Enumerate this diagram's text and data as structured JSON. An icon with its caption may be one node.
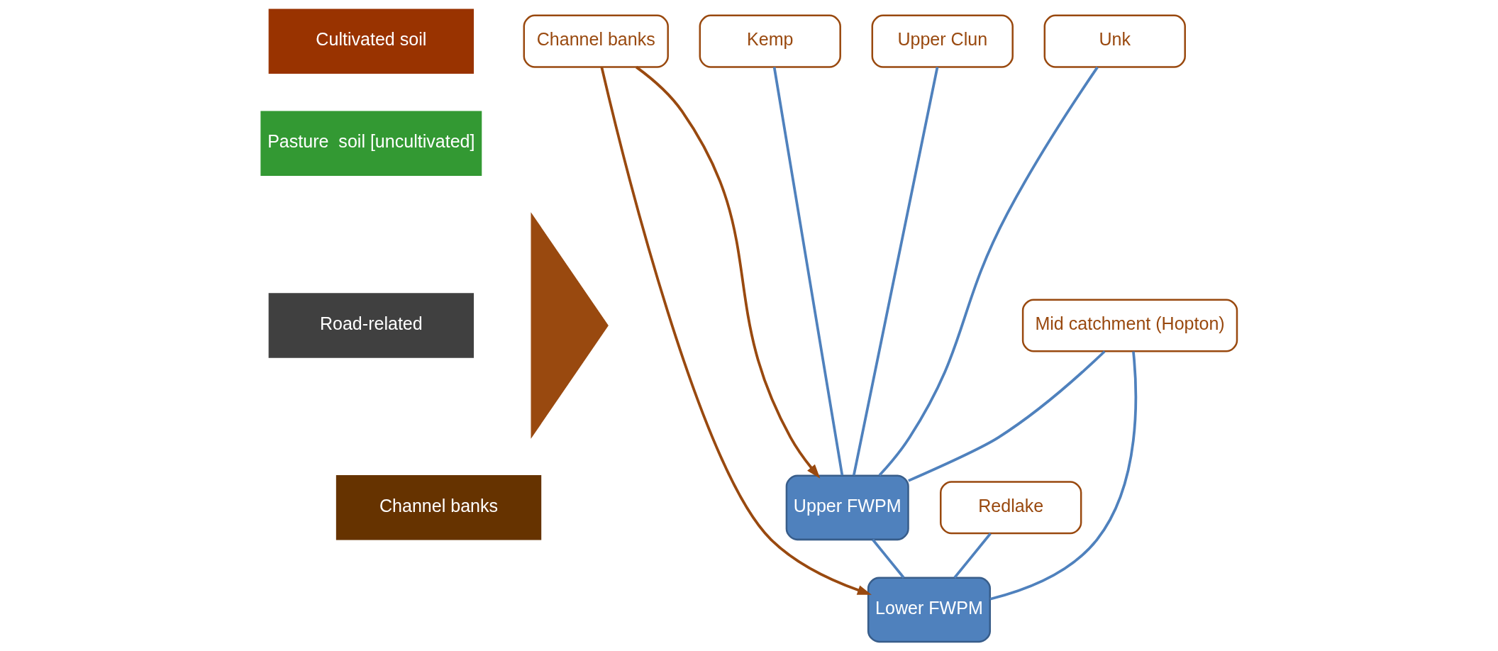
{
  "diagram": {
    "nodes": [
      {
        "text": [
          "Cultivated soil"
        ]
      },
      {
        "text": [
          "Pasture  soil [uncultivated]"
        ]
      },
      {
        "text": [
          "Road-related"
        ]
      },
      {
        "text": [
          "Channel banks"
        ]
      },
      {
        "text": [],
        "shape": "triangle"
      },
      {
        "text": [
          "Upper Clun"
        ]
      },
      {
        "text": [
          "Unk"
        ]
      },
      {
        "text": [
          "Kemp"
        ]
      },
      {
        "text": [
          "Channel banks"
        ]
      },
      {
        "text": [
          "Mid catchment (Hopton)"
        ]
      },
      {
        "text": [
          "Upper FWPM"
        ]
      },
      {
        "text": [
          "Redlake"
        ]
      },
      {
        "text": [
          "Lower FWPM"
        ]
      }
    ],
    "edges": [
      {
        "from": 5,
        "to": 10,
        "arrow": "none"
      },
      {
        "from": 6,
        "to": 10,
        "arrow": "none"
      },
      {
        "from": 7,
        "to": 10,
        "arrow": "none"
      },
      {
        "from": 8,
        "to": 10,
        "arrow": "to",
        "color": "#99490f"
      },
      {
        "from": 9,
        "to": 10,
        "arrow": "none"
      },
      {
        "from": 9,
        "to": 12,
        "arrow": "none"
      },
      {
        "from": 8,
        "to": 12,
        "arrow": "to",
        "color": "#99490f"
      },
      {
        "from": 11,
        "to": 12,
        "arrow": "none"
      },
      {
        "from": 10,
        "to": 12,
        "arrow": "none"
      }
    ]
  }
}
